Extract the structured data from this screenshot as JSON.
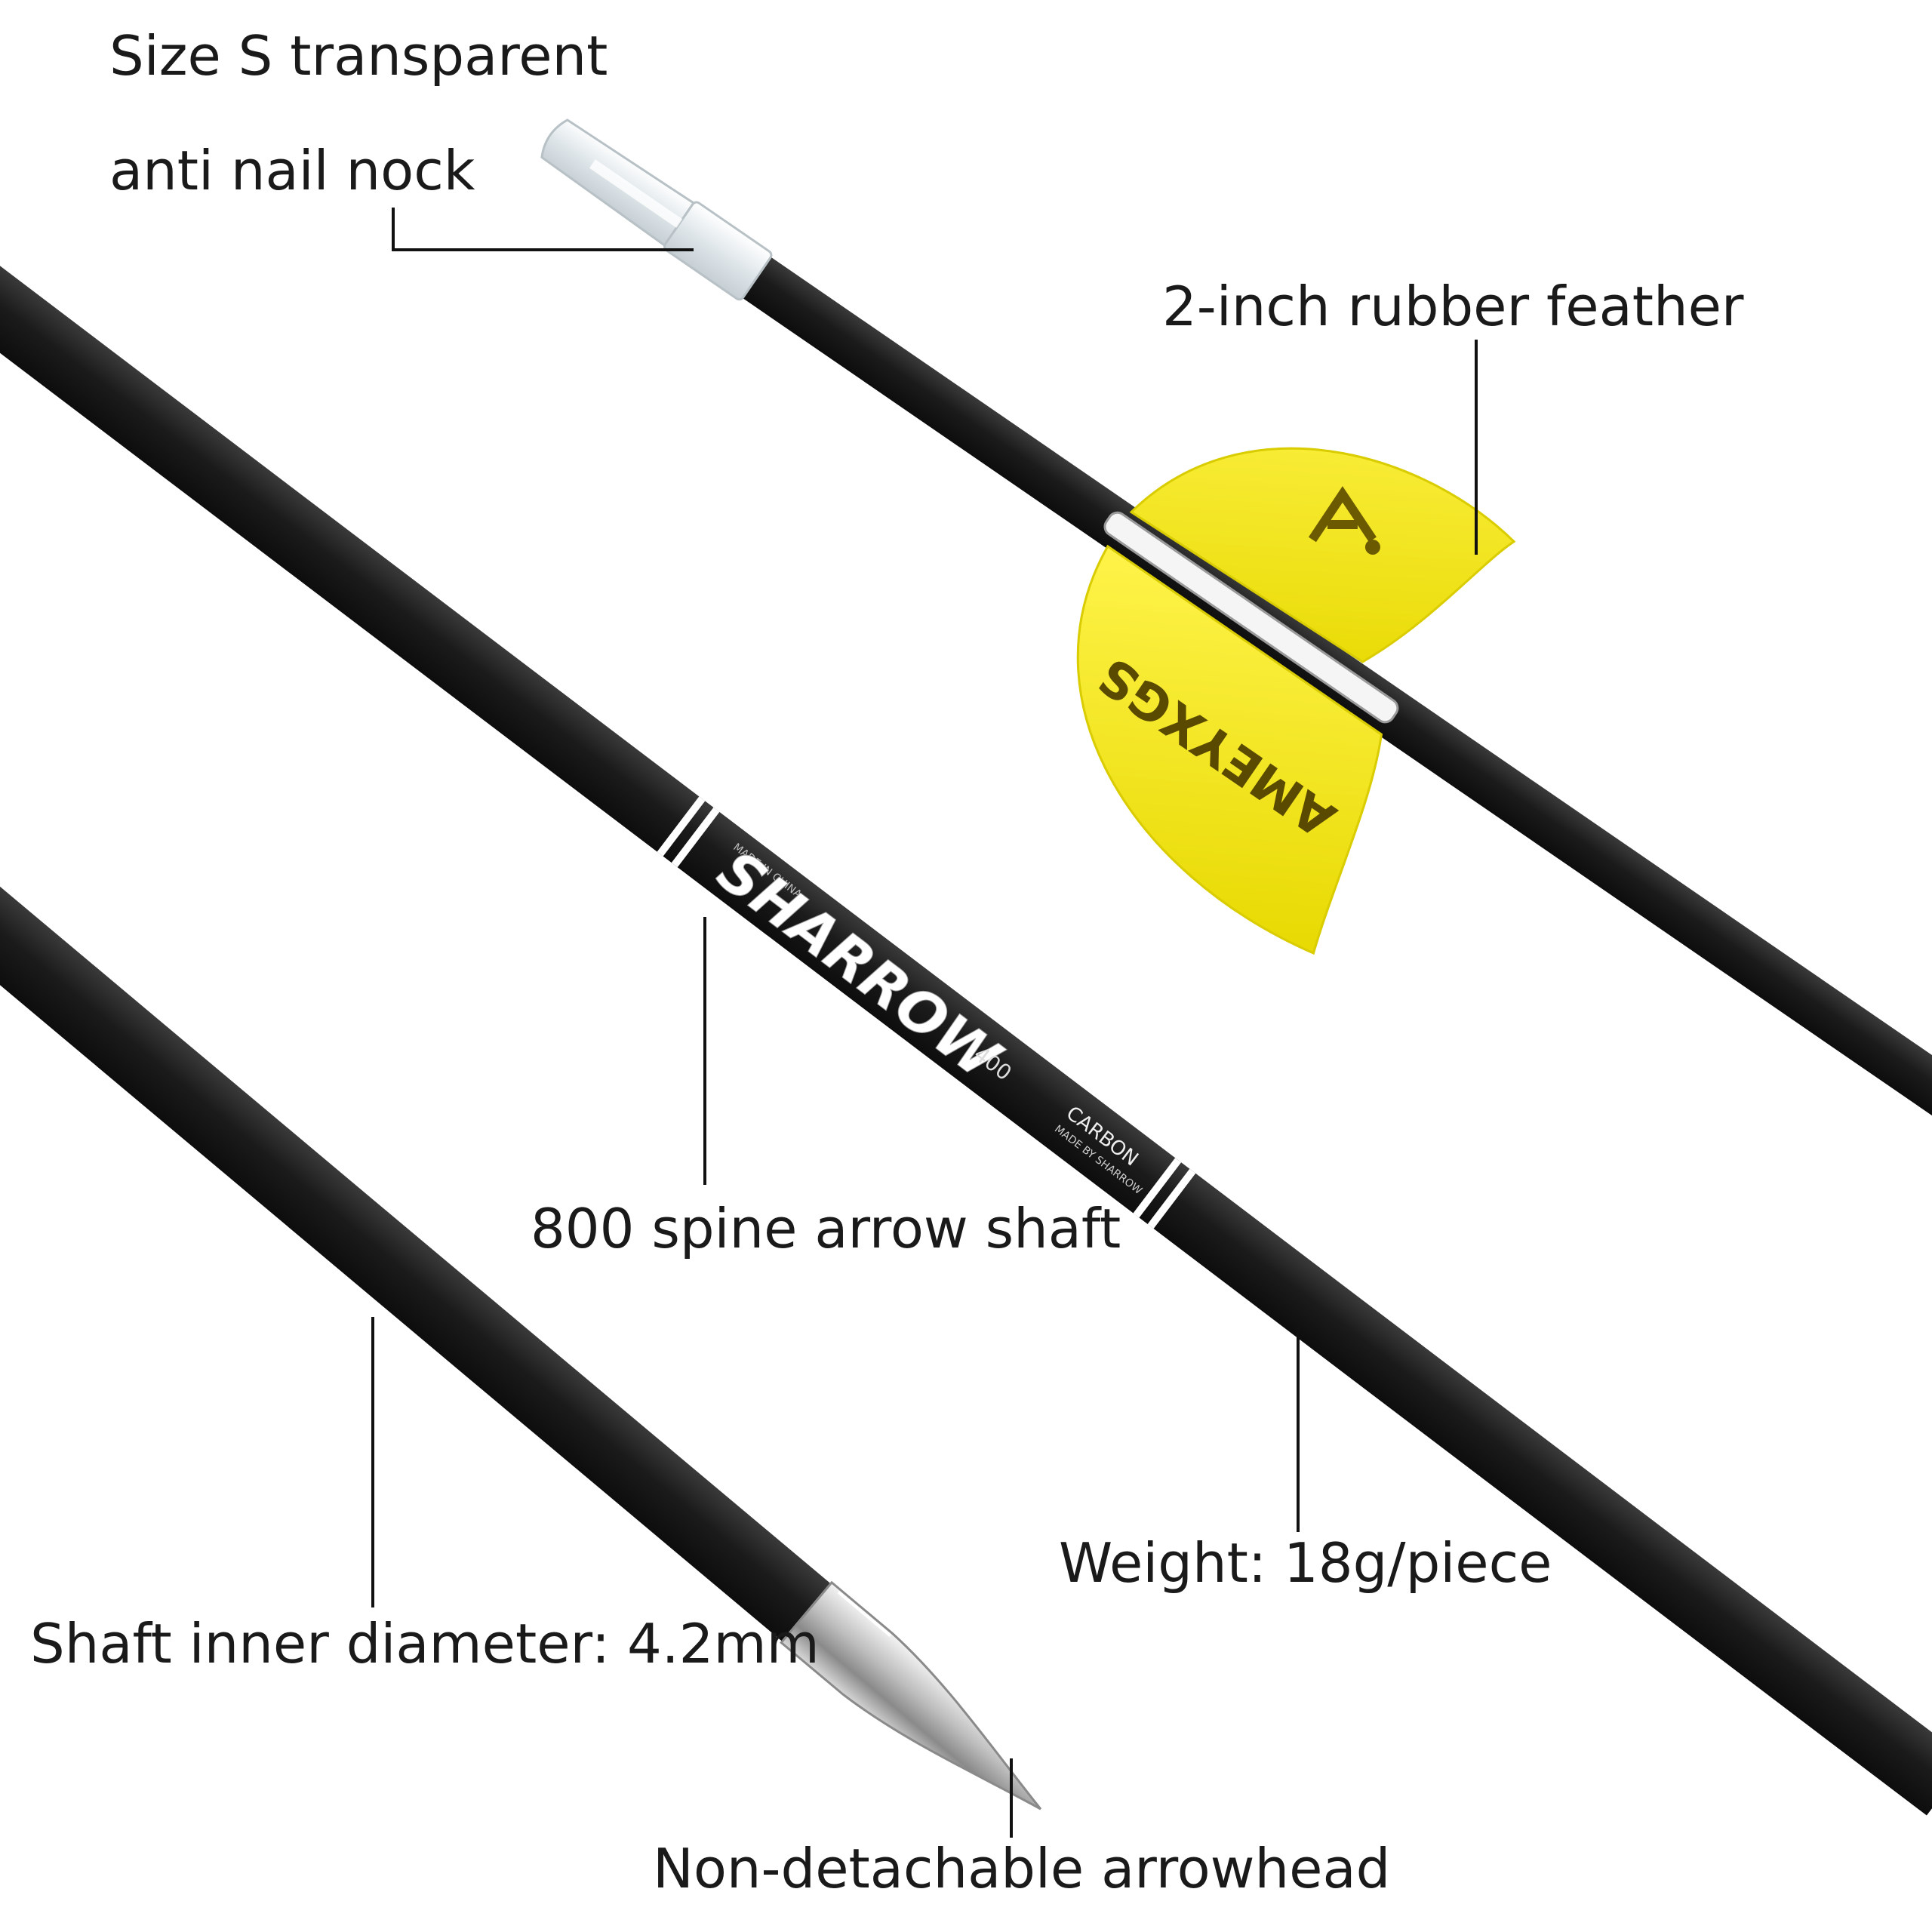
{
  "labels": {
    "nock_line1": "Size S transparent",
    "nock_line2": "anti nail nock",
    "feather": "2-inch rubber feather",
    "spine": "800 spine arrow shaft",
    "weight": "Weight: 18g/piece",
    "diameter": "Shaft inner diameter: 4.2mm",
    "arrowhead": "Non-detachable arrowhead"
  },
  "shaft_print": {
    "brand": "SHARROW",
    "small_brand": "MADE IN CHINA",
    "spine_code": "400",
    "material": "CARBON",
    "maker": "MADE BY SHARROW"
  },
  "vane_print": {
    "brand": "AMEYXGS"
  },
  "colors": {
    "shaft": "#1c1c1c",
    "vane": "#f2e81a",
    "tip": "#c9c9c9",
    "nock": "#eef2f4",
    "text": "#1a1a1a"
  }
}
